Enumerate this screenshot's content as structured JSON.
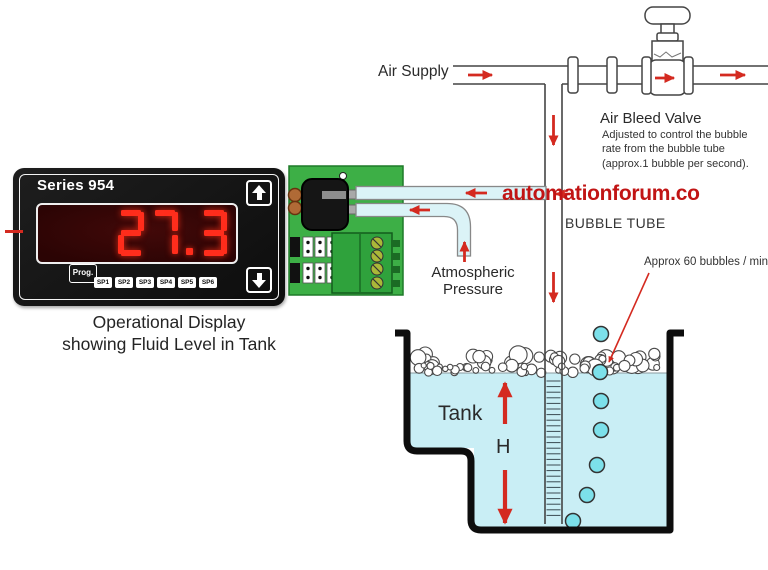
{
  "watermark": {
    "text": "automationforum.co"
  },
  "display_unit": {
    "model": "Series 954",
    "value": "27.3",
    "prog_label": "Prog.",
    "sp_labels": [
      "SP1",
      "SP2",
      "SP3",
      "SP4",
      "SP5",
      "SP6"
    ],
    "caption": {
      "line1": "Operational Display",
      "line2": "showing Fluid Level in Tank"
    }
  },
  "diagram_labels": {
    "air_supply": "Air Supply",
    "air_bleed_valve": {
      "title": "Air Bleed Valve",
      "description": "Adjusted to control the bubble rate from the bubble tube (approx.1 bubble per second)."
    },
    "bubble_tube": "BUBBLE TUBE",
    "bubble_rate": "Approx 60 bubbles / min.",
    "atmospheric": {
      "line1": "Atmospheric",
      "line2": "Pressure"
    },
    "tank": "Tank",
    "height_symbol": "H"
  },
  "colors": {
    "arrow_red": "#d42a20",
    "watermark_red": "#c11414",
    "segment_red": "#ff2d1c",
    "liquid_cyan": "#c9eef5",
    "bubble_cyan": "#7ce0ea",
    "tube_blue": "#dbf3f7",
    "pcb_green": "#3daf46",
    "terminal_green": "#2fa23c"
  }
}
